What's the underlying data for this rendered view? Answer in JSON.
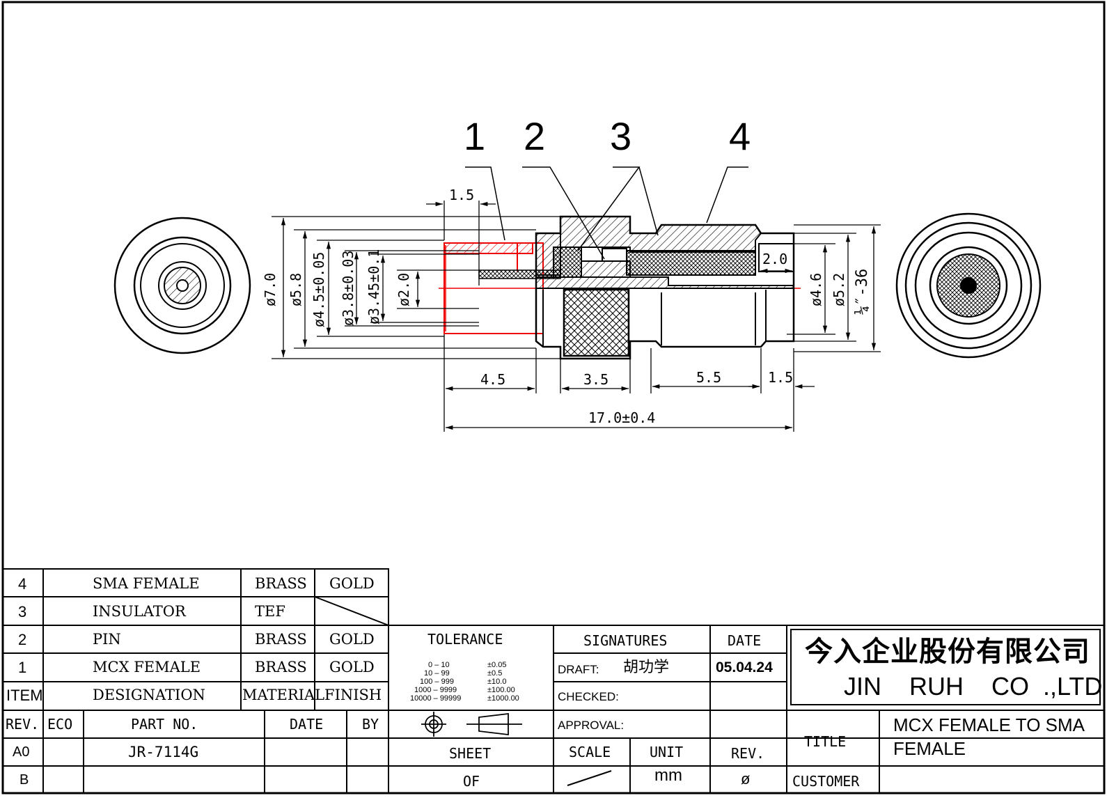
{
  "balloons": [
    "1",
    "2",
    "3",
    "4"
  ],
  "dimensions": {
    "top_1_5": "1.5",
    "dia_7_0": "ø7.0",
    "dia_5_8": "ø5.8",
    "dia_4_5": "ø4.5±0.05",
    "dia_3_8": "ø3.8±0.03",
    "dia_3_45": "ø3.45±0.1",
    "dia_2_0": "ø2.0",
    "inner_2_0": "2.0",
    "dia_4_6": "ø4.6",
    "dia_5_2": "ø5.2",
    "thread": "¼″-36",
    "len_4_5": "4.5",
    "len_3_5": "3.5",
    "len_5_5": "5.5",
    "len_1_5": "1.5",
    "total": "17.0±0.4"
  },
  "bom": {
    "rows": [
      {
        "item": "4",
        "designation": "SMA FEMALE",
        "material": "BRASS",
        "finish": "GOLD"
      },
      {
        "item": "3",
        "designation": "INSULATOR",
        "material": "TEF",
        "finish": ""
      },
      {
        "item": "2",
        "designation": "PIN",
        "material": "BRASS",
        "finish": "GOLD"
      },
      {
        "item": "1",
        "designation": "MCX FEMALE",
        "material": "BRASS",
        "finish": "GOLD"
      }
    ],
    "header": {
      "item": "ITEM",
      "designation": "DESIGNATION",
      "material": "MATERIAL",
      "finish": "FINISH"
    }
  },
  "revision": {
    "headers": {
      "rev": "REV.",
      "eco": "ECO",
      "part_no": "PART NO.",
      "date": "DATE",
      "by": "BY"
    },
    "rows": [
      {
        "rev": "A0",
        "part_no": "JR-7114G"
      },
      {
        "rev": "B",
        "part_no": ""
      }
    ]
  },
  "tolerance": {
    "label": "TOLERANCE",
    "ranges": [
      "0  –  10",
      "10  –  99",
      "100  –  999",
      "1000  –  9999",
      "10000  –  99999"
    ],
    "values": [
      "±0.05",
      "±0.5",
      "±10.0",
      "±100.00",
      "±1000.00"
    ],
    "sheet": "SHEET",
    "of": "OF"
  },
  "signatures": {
    "label": "SIGNATURES",
    "draft": "DRAFT:",
    "draft_name": "胡功学",
    "checked": "CHECKED:",
    "approval": "APPROVAL:",
    "scale": "SCALE",
    "unit": "UNIT",
    "unit_value": "mm"
  },
  "date_block": {
    "label": "DATE",
    "value": "05.04.24",
    "rev": "REV.",
    "rev_value": "ø"
  },
  "company": {
    "chinese": "今入企业股份有限公司",
    "english": "JIN    RUH    CO  .,LTD"
  },
  "title_block": {
    "title_label": "TITLE",
    "title_value_1": "MCX FEMALE TO SMA",
    "title_value_2": "FEMALE",
    "customer_label": "CUSTOMER"
  }
}
